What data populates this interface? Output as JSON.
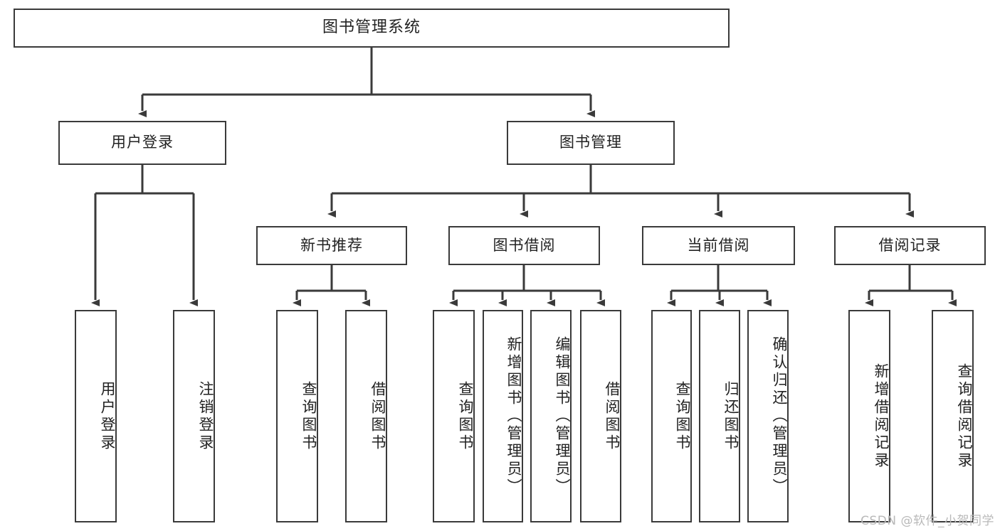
{
  "diagram": {
    "title": "图书管理系统",
    "type": "tree",
    "colors": {
      "box_border": "#3a3a3a",
      "box_fill": "#ffffff",
      "connector": "#3a3a3a",
      "text": "#222222",
      "watermark": "#b9b9b9",
      "background": "#ffffff"
    },
    "watermark": "CSDN @软件_小贺同学"
  },
  "nodes": {
    "root": {
      "label": "图书管理系统",
      "orientation": "horizontal"
    },
    "level1": [
      {
        "id": "user-login",
        "label": "用户登录",
        "orientation": "horizontal"
      },
      {
        "id": "book-manage",
        "label": "图书管理",
        "orientation": "horizontal"
      }
    ],
    "level2": [
      {
        "id": "new-book-recommend",
        "label": "新书推荐",
        "orientation": "horizontal",
        "parent": "book-manage"
      },
      {
        "id": "book-borrow",
        "label": "图书借阅",
        "orientation": "horizontal",
        "parent": "book-manage"
      },
      {
        "id": "current-borrow",
        "label": "当前借阅",
        "orientation": "horizontal",
        "parent": "book-manage"
      },
      {
        "id": "borrow-record",
        "label": "借阅记录",
        "orientation": "horizontal",
        "parent": "book-manage"
      }
    ],
    "leaves": {
      "user_login": [
        {
          "id": "leaf-user-login",
          "label": "用户登录",
          "orientation": "vertical"
        },
        {
          "id": "leaf-logout-login",
          "label": "注销登录",
          "orientation": "vertical"
        }
      ],
      "new_book_recommend": [
        {
          "id": "leaf-query-book-1",
          "label": "查询图书",
          "orientation": "vertical"
        },
        {
          "id": "leaf-borrow-book-1",
          "label": "借阅图书",
          "orientation": "vertical"
        }
      ],
      "book_borrow": [
        {
          "id": "leaf-query-book-2",
          "label": "查询图书",
          "orientation": "vertical"
        },
        {
          "id": "leaf-add-book",
          "label": "新增图书（管理员）",
          "orientation": "vertical"
        },
        {
          "id": "leaf-edit-book",
          "label": "编辑图书（管理员）",
          "orientation": "vertical"
        },
        {
          "id": "leaf-borrow-book-2",
          "label": "借阅图书",
          "orientation": "vertical"
        }
      ],
      "current_borrow": [
        {
          "id": "leaf-query-book-3",
          "label": "查询图书",
          "orientation": "vertical"
        },
        {
          "id": "leaf-return-book",
          "label": "归还图书",
          "orientation": "vertical"
        },
        {
          "id": "leaf-confirm-return",
          "label": "确认归还（管理员）",
          "orientation": "vertical"
        }
      ],
      "borrow_record": [
        {
          "id": "leaf-add-borrow-record",
          "label": "新增借阅记录",
          "orientation": "vertical"
        },
        {
          "id": "leaf-query-borrow-record",
          "label": "查询借阅记录",
          "orientation": "vertical"
        }
      ]
    }
  }
}
